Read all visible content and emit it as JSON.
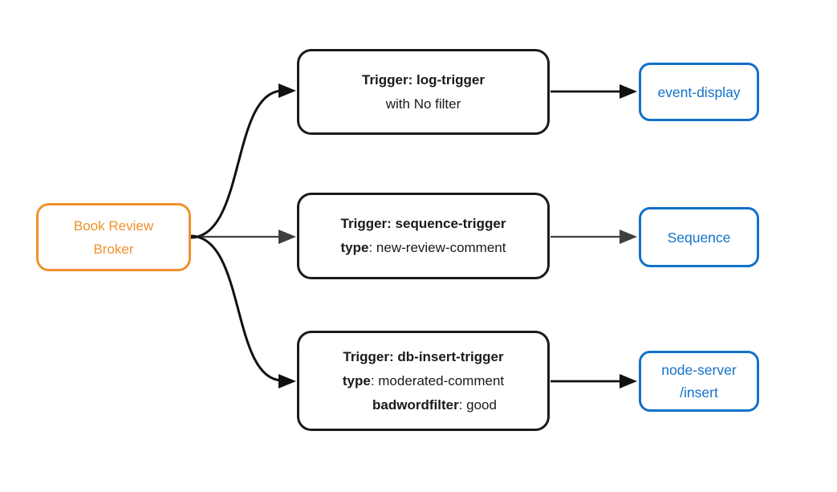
{
  "diagram": {
    "broker": {
      "line1": "Book Review",
      "line2": "Broker"
    },
    "triggers": [
      {
        "title": "Trigger: log-trigger",
        "plain": "with No filter"
      },
      {
        "title": "Trigger: sequence-trigger",
        "attr1_key": "type",
        "attr1_rest": ": new-review-comment"
      },
      {
        "title": "Trigger: db-insert-trigger",
        "attr1_key": "type",
        "attr1_rest": ": moderated-comment",
        "attr2_key": "badwordfilter",
        "attr2_rest": ": good"
      }
    ],
    "sinks": [
      {
        "label": "event-display"
      },
      {
        "label": "Sequence"
      },
      {
        "line1": "node-server",
        "line2": "/insert"
      }
    ],
    "colors": {
      "broker_accent": "#F0912D",
      "sink_accent": "#1171C9",
      "trigger_border": "#1A1A1A",
      "arrow_black": "#111111",
      "arrow_gray": "#3F3F3F",
      "background": "#FFFFFF"
    }
  }
}
